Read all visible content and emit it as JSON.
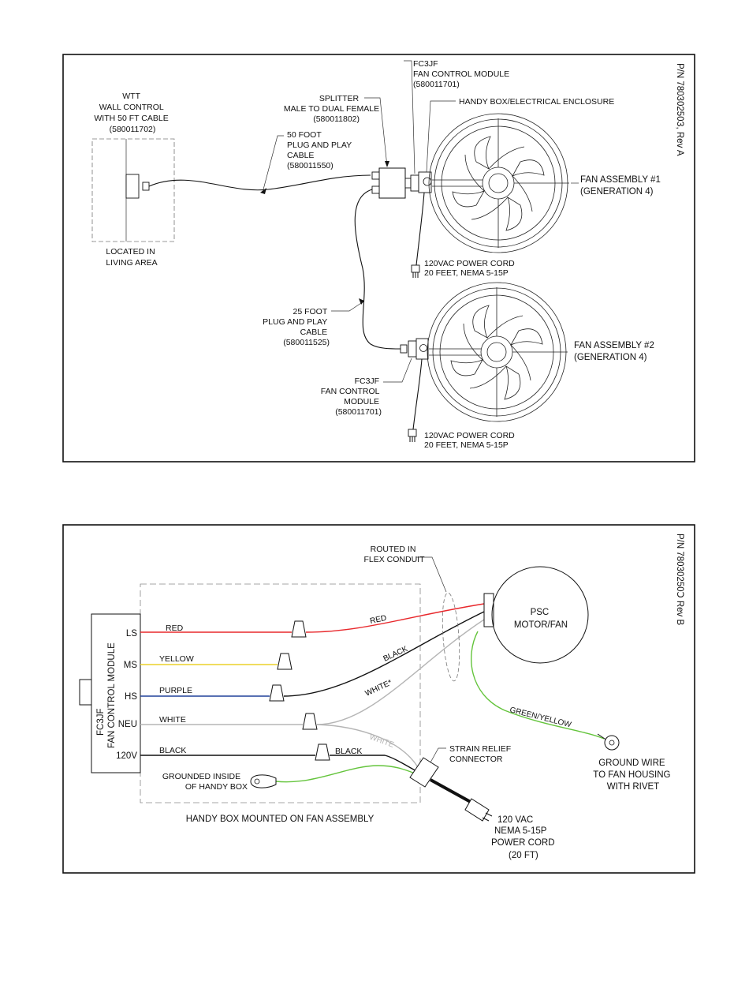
{
  "diagram1": {
    "part_number": "P/N 78030250З, Rev A",
    "wall_control": {
      "lines": [
        "WTT",
        "WALL CONTROL",
        "WITH 50 FT CABLE",
        "(580011702)"
      ]
    },
    "living_area": {
      "lines": [
        "LOCATED IN",
        "LIVING AREA"
      ]
    },
    "cable_50": {
      "lines": [
        "50 FOOT",
        "PLUG AND PLAY",
        "CABLE",
        "(580011550)"
      ]
    },
    "splitter": {
      "lines": [
        "SPLITTER",
        "MALE TO DUAL FEMALE",
        "(580011802)"
      ]
    },
    "module_1": {
      "lines": [
        "FC3JF",
        "FAN CONTROL MODULE",
        "(580011701)"
      ]
    },
    "handy_box": "HANDY BOX/ELECTRICAL ENCLOSURE",
    "fan_1": {
      "lines": [
        "FAN ASSEMBLY #1",
        "(GENERATION 4)"
      ]
    },
    "power_cord_1": {
      "lines": [
        "120VAC POWER CORD",
        "20 FEET, NEMA 5-15P"
      ]
    },
    "cable_25": {
      "lines": [
        "25 FOOT",
        "PLUG AND PLAY",
        "CABLE",
        "(580011525)"
      ]
    },
    "fan_2": {
      "lines": [
        "FAN ASSEMBLY #2",
        "(GENERATION 4)"
      ]
    },
    "module_2": {
      "lines": [
        "FC3JF",
        "FAN CONTROL",
        "MODULE",
        "(580011701)"
      ]
    },
    "power_cord_2": {
      "lines": [
        "120VAC POWER CORD",
        "20 FEET, NEMA 5-15P"
      ]
    }
  },
  "diagram2": {
    "part_number": "P/N 78030250ꓛ Rev B",
    "module_label": [
      "FC3JF",
      "FAN CONTROL MODULE"
    ],
    "terminals": [
      "LS",
      "MS",
      "HS",
      "NEU",
      "120V"
    ],
    "wire_labels": [
      "RED",
      "YELLOW",
      "PURPLE",
      "WHITE",
      "BLACK"
    ],
    "wire_colors": {
      "red": "#e8282c",
      "yellow": "#ecd12a",
      "purple": "#20409a",
      "white": "#b5b5b5",
      "black": "#111111",
      "green": "#64c43c"
    },
    "motor_wire_labels": {
      "red": "RED",
      "black": "BLACK",
      "white": "WHITE*",
      "white_2": "WHITE",
      "black_2": "BLACK"
    },
    "conduit": [
      "ROUTED IN",
      "FLEX CONDUIT"
    ],
    "motor": [
      "PSC",
      "MOTOR/FAN"
    ],
    "green_yellow": "GREEN/YELLOW",
    "ground_wire": [
      "GROUND WIRE",
      "TO FAN HOUSING",
      "WITH RIVET"
    ],
    "strain_relief": [
      "STRAIN RELIEF",
      "CONNECTOR"
    ],
    "grounded": [
      "GROUNDED INSIDE",
      "OF HANDY BOX"
    ],
    "handy_box_caption": "HANDY BOX MOUNTED ON FAN ASSEMBLY",
    "power_cord": [
      "120 VAC",
      "NEMA 5-15P",
      "POWER CORD",
      "(20 FT)"
    ]
  }
}
